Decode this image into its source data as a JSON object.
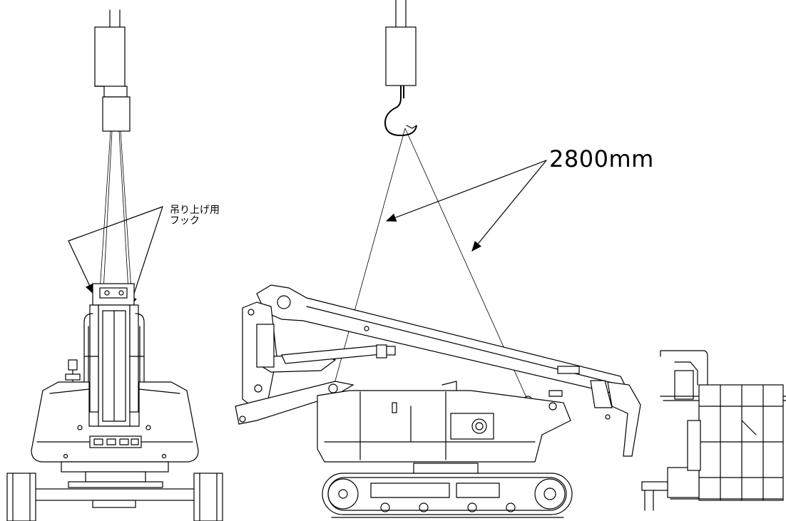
{
  "labels": {
    "hook_line1": "吊り上げ用",
    "hook_line2": "フック",
    "sling_length": "2800mm"
  },
  "colors": {
    "line": "#000000",
    "background": "#ffffff"
  }
}
